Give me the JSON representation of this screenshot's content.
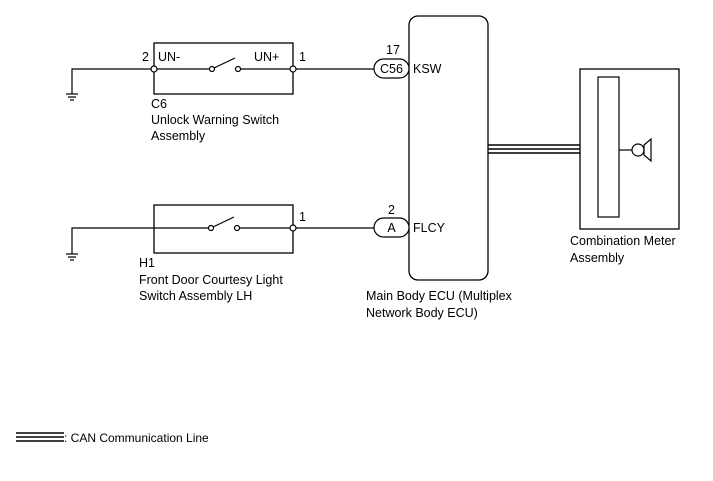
{
  "switch_c6": {
    "pin_left": "2",
    "pin_right": "1",
    "label_left": "UN-",
    "label_right": "UN+",
    "connector": "C6",
    "name_line1": "Unlock Warning Switch",
    "name_line2": "Assembly"
  },
  "switch_h1": {
    "pin_right": "1",
    "connector": "H1",
    "name_line1": "Front Door Courtesy Light",
    "name_line2": "Switch Assembly LH"
  },
  "ecu": {
    "ksw_pin": "17",
    "ksw_connector": "C56",
    "ksw_terminal": "KSW",
    "flcy_pin": "2",
    "flcy_connector": "A",
    "flcy_terminal": "FLCY",
    "name_line1": "Main Body ECU (Multiplex",
    "name_line2": "Network Body ECU)"
  },
  "meter": {
    "name_line1": "Combination Meter",
    "name_line2": "Assembly"
  },
  "legend": {
    "can_line": ": CAN Communication Line"
  },
  "colors": {
    "line": "#000000",
    "background": "#ffffff"
  },
  "icons": [
    "ground-icon",
    "switch-contact-icon",
    "buzzer-icon",
    "can-line-icon"
  ]
}
